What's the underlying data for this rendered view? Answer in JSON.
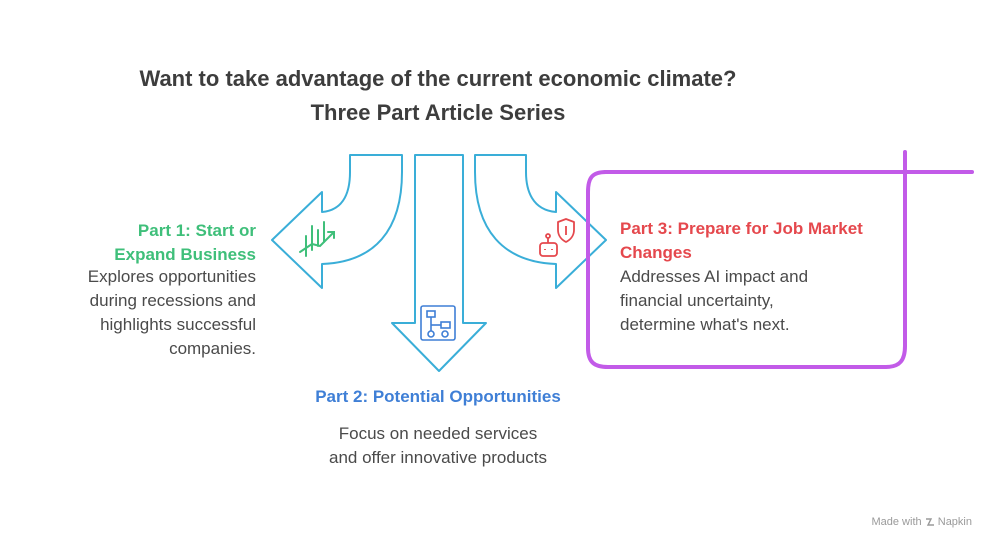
{
  "title": {
    "line1": "Want to take advantage of the current economic climate?",
    "line2": "Three Part Article Series"
  },
  "parts": [
    {
      "heading_lines": [
        "Part 1: Start or",
        "Expand Business"
      ],
      "desc_lines": [
        "Explores opportunities",
        "during recessions and",
        "highlights successful",
        "companies."
      ],
      "color": "#3fbf7a",
      "icon": "growth-chart-icon"
    },
    {
      "heading_lines": [
        "Part 2: Potential Opportunities"
      ],
      "desc_lines": [
        "Focus on needed services",
        "and offer innovative products"
      ],
      "color": "#3f7fd6",
      "icon": "flowchart-icon"
    },
    {
      "heading_lines": [
        "Part 3: Prepare for Job Market",
        "Changes"
      ],
      "desc_lines": [
        "Addresses AI impact and",
        "financial uncertainty,",
        "determine what's next."
      ],
      "color": "#e5484d",
      "icon": "robot-shield-icon"
    }
  ],
  "colors": {
    "arrow_stroke": "#3aaed8",
    "highlight": "#c25be8",
    "title": "#3d3d3d"
  },
  "watermark": {
    "prefix": "Made with",
    "brand": "Napkin"
  }
}
